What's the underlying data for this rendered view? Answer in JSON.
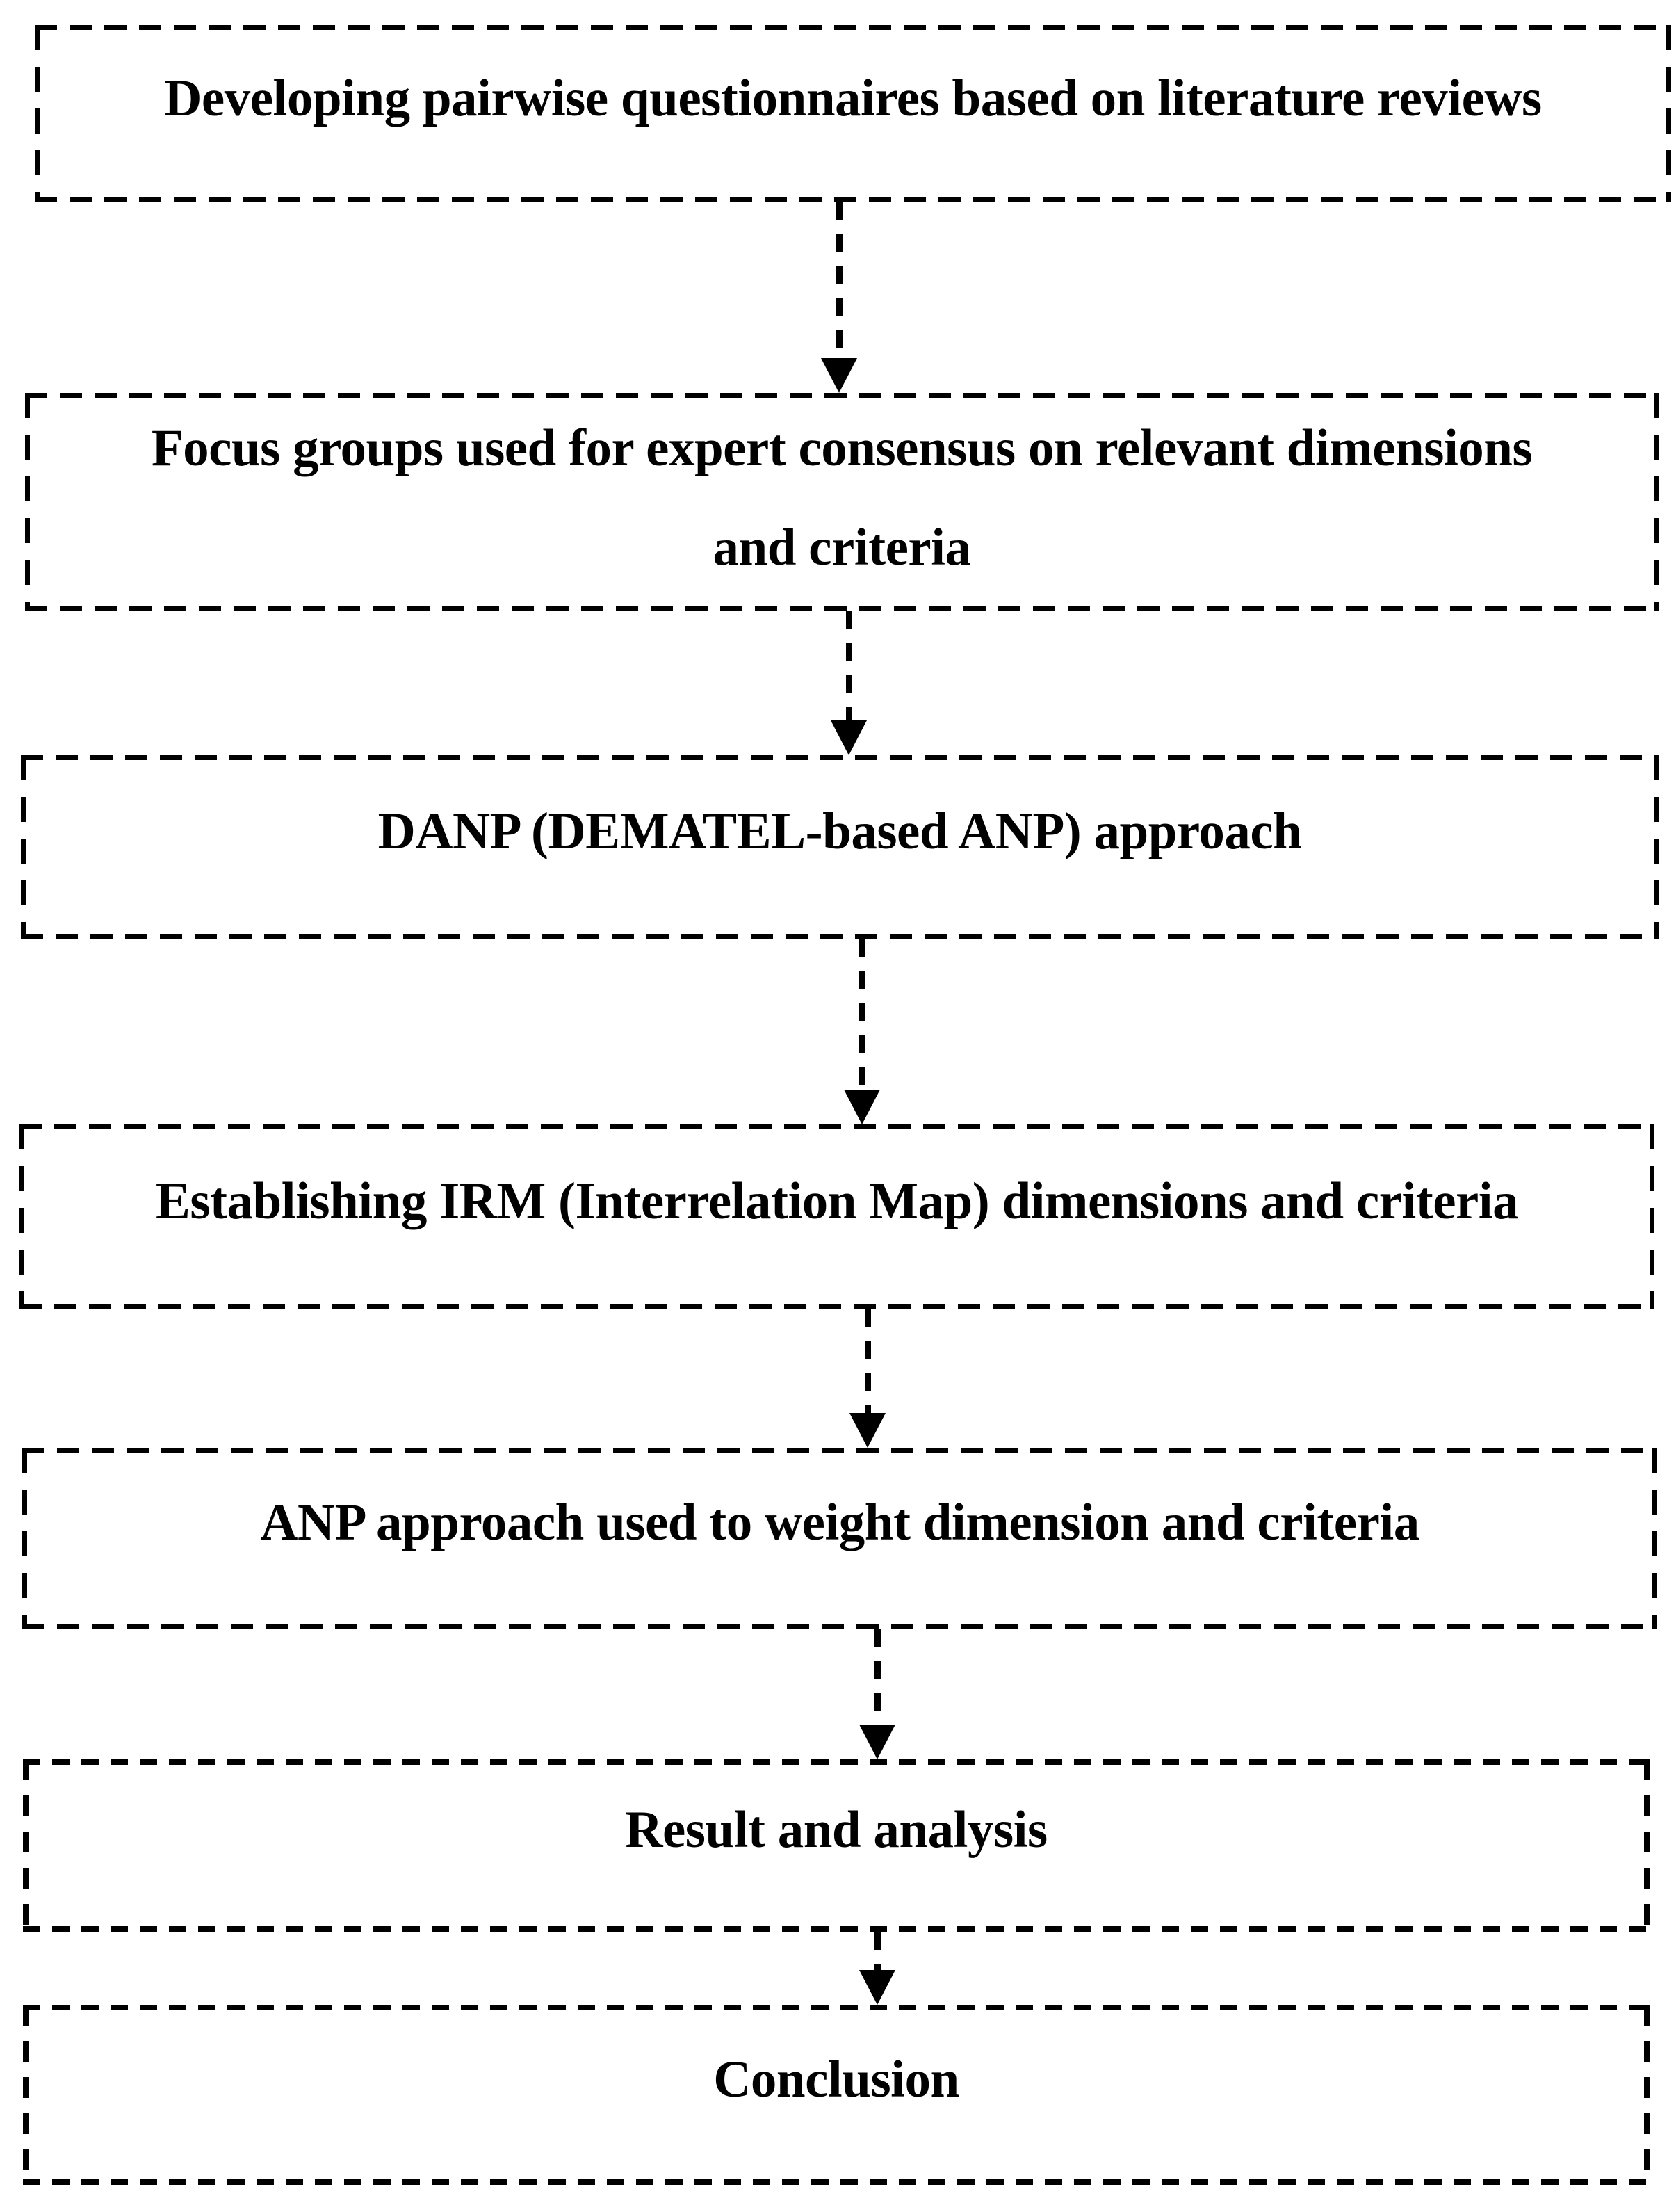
{
  "figure": {
    "type": "flowchart",
    "background_color": "#ffffff",
    "line_color": "#000000",
    "text_color": "#000000"
  },
  "flowchart": {
    "steps": [
      {
        "label": "Developing pairwise questionnaires based on literature reviews"
      },
      {
        "label": "Focus groups used for expert consensus on relevant dimensions\nand criteria"
      },
      {
        "label": "DANP (DEMATEL-based ANP) approach"
      },
      {
        "label": "Establishing IRM (Interrelation Map) dimensions and criteria"
      },
      {
        "label": "ANP approach used to weight dimension and criteria"
      },
      {
        "label": "Result and analysis"
      },
      {
        "label": "Conclusion"
      }
    ],
    "connections": [
      {
        "from_step": 1,
        "to_step": 2
      },
      {
        "from_step": 2,
        "to_step": 3
      },
      {
        "from_step": 3,
        "to_step": 4
      },
      {
        "from_step": 4,
        "to_step": 5
      },
      {
        "from_step": 5,
        "to_step": 6
      },
      {
        "from_step": 6,
        "to_step": 7
      }
    ]
  }
}
